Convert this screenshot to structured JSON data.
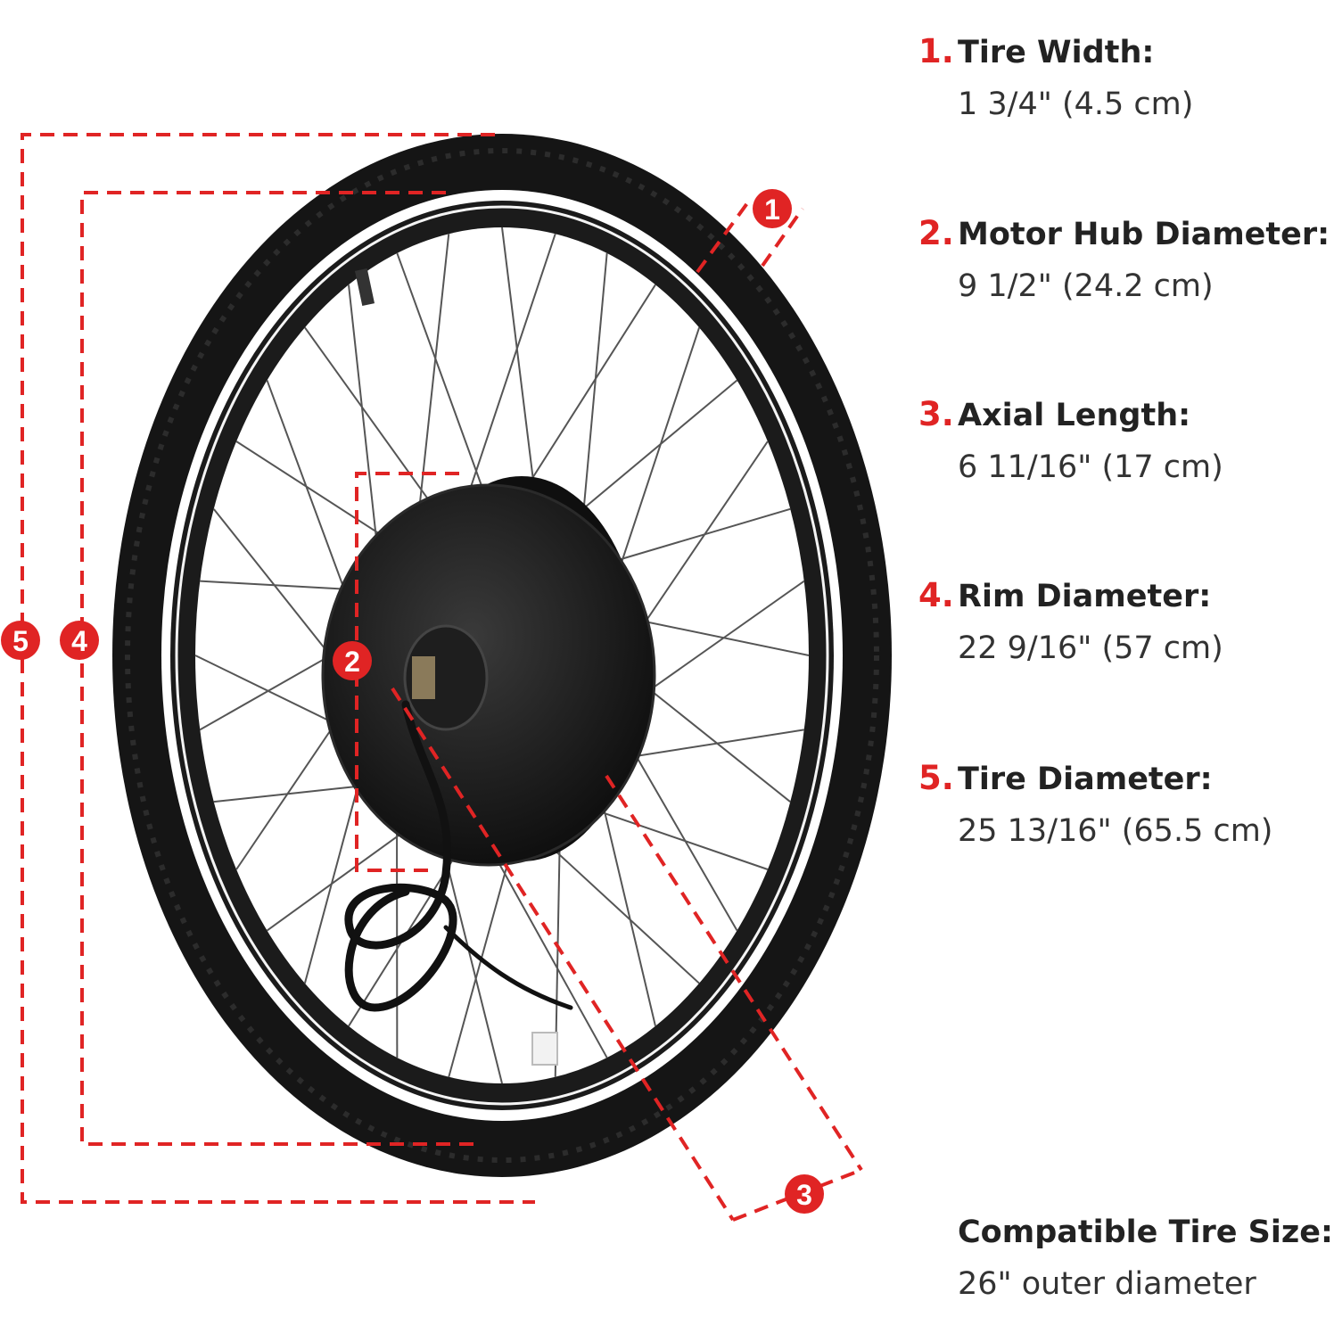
{
  "specs": [
    {
      "num": "1.",
      "label": "Tire Width:",
      "value": "1 3/4\" (4.5 cm)"
    },
    {
      "num": "2.",
      "label": "Motor Hub Diameter:",
      "value": "9 1/2\" (24.2 cm)"
    },
    {
      "num": "3.",
      "label": "Axial Length:",
      "value": "6 11/16\" (17 cm)"
    },
    {
      "num": "4.",
      "label": "Rim Diameter:",
      "value": "22 9/16\" (57 cm)"
    },
    {
      "num": "5.",
      "label": "Tire Diameter:",
      "value": "25 13/16\" (65.5 cm)"
    }
  ],
  "compatible": {
    "label": "Compatible Tire Size:",
    "value": "26\" outer diameter"
  },
  "markers": [
    "1",
    "2",
    "3",
    "4",
    "5"
  ],
  "colors": {
    "accent": "#e02424",
    "tire": "#141414",
    "rim_edge": "#f2f2f2",
    "text": "#222222"
  }
}
